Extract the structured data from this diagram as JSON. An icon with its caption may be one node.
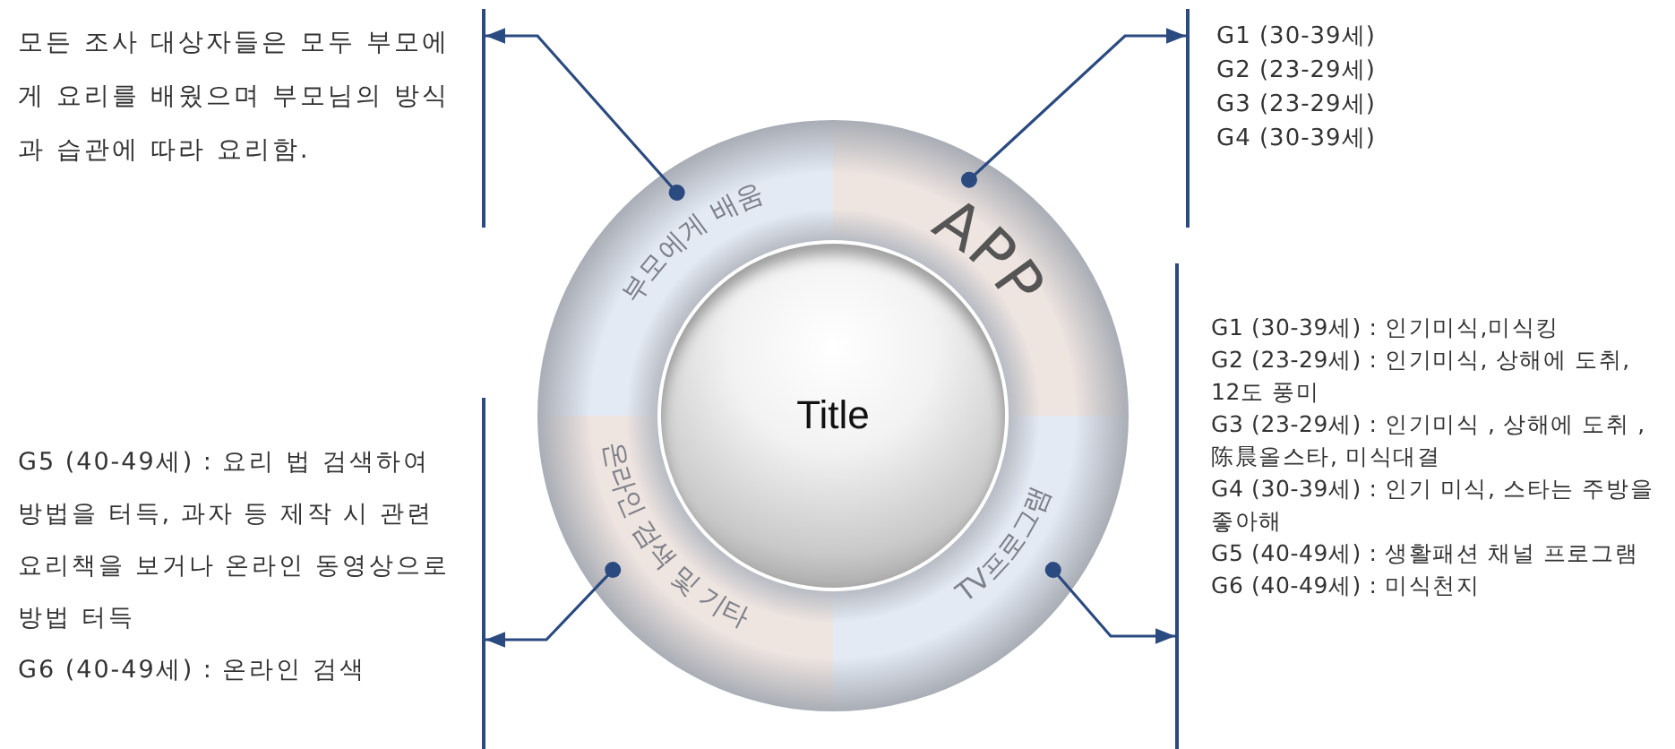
{
  "diagram": {
    "nodes": [
      {
        "text": [
          "Title"
        ]
      },
      {
        "text": [
          "부모에게 배움"
        ]
      },
      {
        "text": [
          "APP"
        ]
      },
      {
        "text": [
          "온라인 검색 및 기타"
        ]
      },
      {
        "text": [
          "TV프로그램"
        ]
      },
      {
        "text": [
          "모든 조사 대상자들은 모두 부모에게 요리를 배웠으며 부모님의 방식과 습관에 따라 요리함."
        ]
      },
      {
        "text": [
          "G1 (30-39세)",
          "G2 (23-29세)",
          "G3 (23-29세)",
          "G4 (30-39세)"
        ]
      },
      {
        "text": [
          "G5 (40-49세) : 요리 법 검색하여 방법을 터득, 과자 등 제작 시 관련 요리책을 보거나 온라인 동영상으로 방법 터득",
          "G6 (40-49세) : 온라인 검색"
        ]
      },
      {
        "text": [
          "G1 (30-39세) : 인기미식,미식킹",
          "G2 (23-29세) : 인기미식, 상해에 도취, 12도 풍미",
          "G3 (23-29세) : 인기미식 , 상해에 도취 , 陈晨올스타, 미식대결",
          "G4 (30-39세) : 인기 미식, 스타는 주방을 좋아해",
          "G5 (40-49세) : 생활패션 채널 프로그램",
          "G6 (40-49세) : 미식천지"
        ]
      }
    ],
    "edges": [
      {
        "from": 1,
        "to": 5,
        "arrow": "to"
      },
      {
        "from": 2,
        "to": 6,
        "arrow": "to"
      },
      {
        "from": 3,
        "to": 7,
        "arrow": "to"
      },
      {
        "from": 4,
        "to": 8,
        "arrow": "to"
      }
    ]
  }
}
